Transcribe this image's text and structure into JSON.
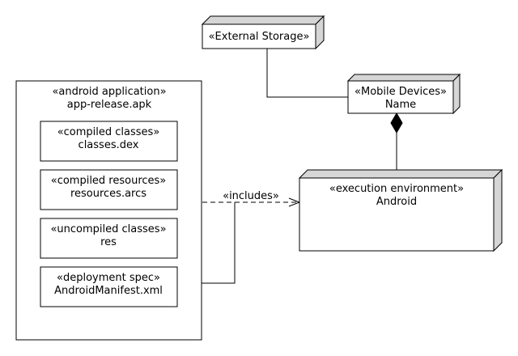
{
  "external_storage": {
    "stereotype": "«External Storage»"
  },
  "mobile_devices": {
    "stereotype": "«Mobile Devices»",
    "name": "Name"
  },
  "execution_environment": {
    "stereotype": "«execution environment»",
    "name": "Android"
  },
  "android_application": {
    "stereotype": "«android application»",
    "name": "app-release.apk",
    "artifacts": [
      {
        "stereotype": "«compiled classes»",
        "name": "classes.dex"
      },
      {
        "stereotype": "«compiled resources»",
        "name": "resources.arcs"
      },
      {
        "stereotype": "«uncompiled classes»",
        "name": "res"
      },
      {
        "stereotype": "«deployment spec»",
        "name": "AndroidManifest.xml"
      }
    ]
  },
  "includes_label": "«includes»"
}
